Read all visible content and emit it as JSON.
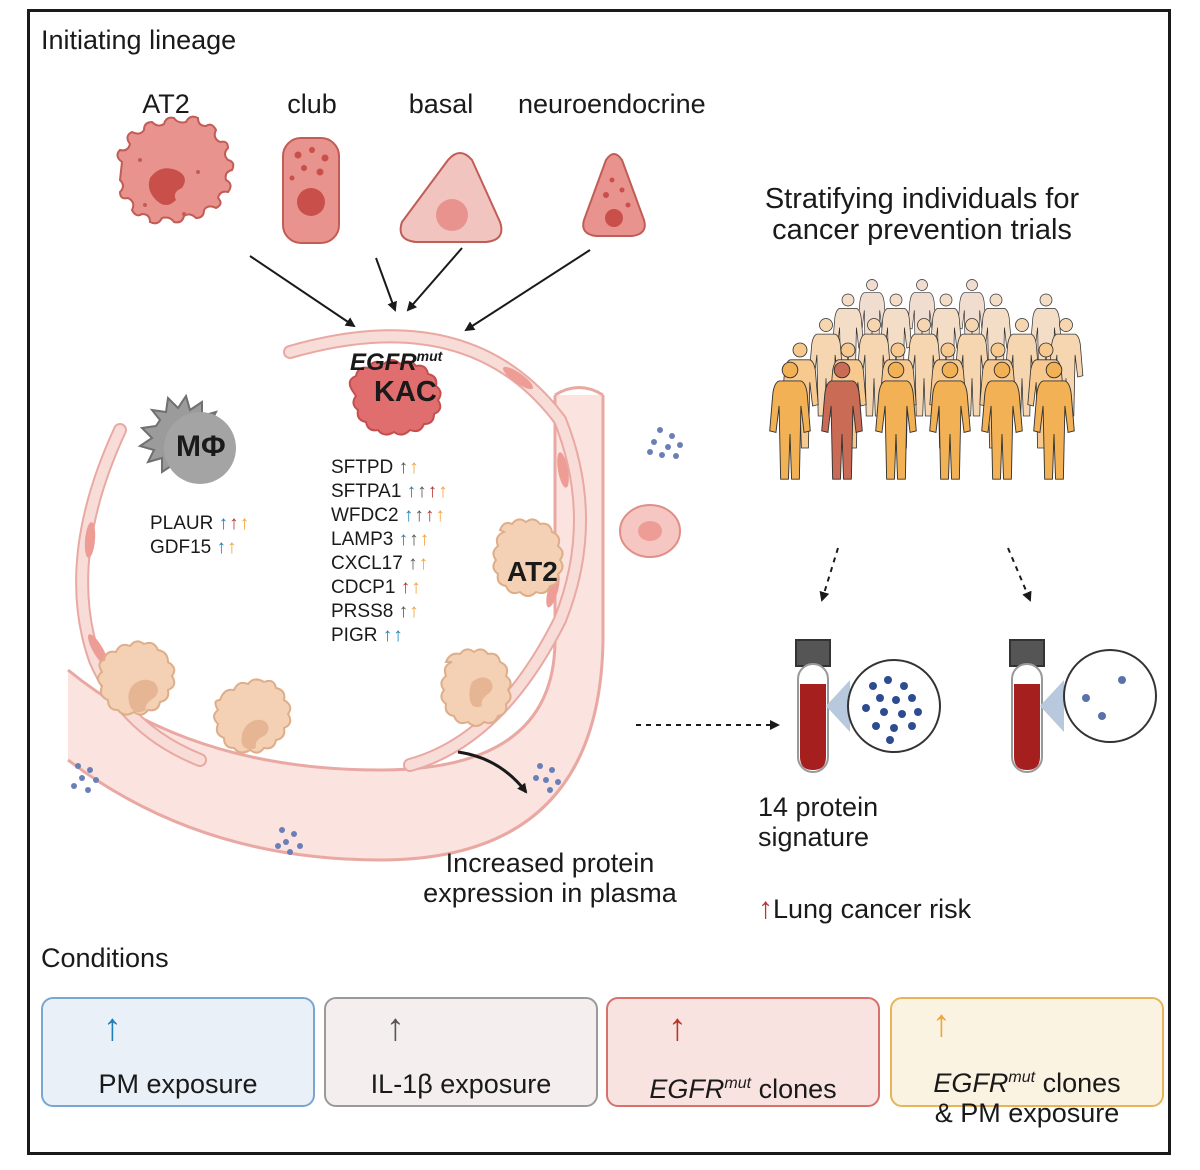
{
  "sections": {
    "initiating_lineage": "Initiating lineage",
    "conditions": "Conditions"
  },
  "cell_types": [
    "AT2",
    "club",
    "basal",
    "neuroendocrine"
  ],
  "stratify_text": [
    "Stratifying individuals for",
    "cancer prevention trials"
  ],
  "kac": {
    "gene": "EGFR",
    "superscript": "mut",
    "label": "KAC"
  },
  "macrophage": {
    "label": "MΦ"
  },
  "at2_inner": "AT2",
  "macrophage_genes": [
    {
      "name": "PLAUR",
      "arrows": [
        "#1f7fb6",
        "#b7372f",
        "#f0a43a"
      ]
    },
    {
      "name": "GDF15",
      "arrows": [
        "#1f7fb6",
        "#f0a43a"
      ]
    }
  ],
  "kac_genes": [
    {
      "name": "SFTPD",
      "arrows": [
        "#555555",
        "#f0a43a"
      ]
    },
    {
      "name": "SFTPA1",
      "arrows": [
        "#1f7fb6",
        "#555555",
        "#b7372f",
        "#f0a43a"
      ]
    },
    {
      "name": "WFDC2",
      "arrows": [
        "#1f7fb6",
        "#555555",
        "#b7372f",
        "#f0a43a"
      ]
    },
    {
      "name": "LAMP3",
      "arrows": [
        "#1f7fb6",
        "#555555",
        "#f0a43a"
      ]
    },
    {
      "name": "CXCL17",
      "arrows": [
        "#555555",
        "#f0a43a"
      ]
    },
    {
      "name": "CDCP1",
      "arrows": [
        "#b7372f",
        "#f0a43a"
      ]
    },
    {
      "name": "PRSS8",
      "arrows": [
        "#555555",
        "#f0a43a"
      ]
    },
    {
      "name": "PIGR",
      "arrows": [
        "#1f7fb6",
        "#1f7fb6"
      ]
    }
  ],
  "plasma_text": [
    "Increased protein",
    "expression in plasma"
  ],
  "signature_text": [
    "14 protein",
    "signature"
  ],
  "risk": {
    "arrow_color": "#b7372f",
    "text": "Lung cancer risk"
  },
  "conditions": [
    {
      "label_lines": [
        "PM exposure"
      ],
      "arrow_color": "#1f7fb6",
      "bg": "#e9f0f8",
      "border": "#7aa6cf",
      "icon": "factory-icon"
    },
    {
      "label_lines": [
        "IL-1β exposure"
      ],
      "arrow_color": "#555555",
      "bg": "#f4efee",
      "border": "#9a9a9a",
      "icon": "macrophage-icon"
    },
    {
      "gene": "EGFR",
      "superscript": "mut",
      "suffix": " clones",
      "arrow_color": "#b7372f",
      "bg": "#f8e3e1",
      "border": "#d9706a",
      "icon": "kac-cell-icon"
    },
    {
      "gene": "EGFR",
      "superscript": "mut",
      "suffix": " clones",
      "line2": "& PM exposure",
      "arrow_color": "#f0a43a",
      "bg": "#fbf3e1",
      "border": "#e7b45a",
      "icon": "factory-and-cell-icon"
    }
  ],
  "colors": {
    "blue": "#1f7fb6",
    "grey": "#555555",
    "red": "#b7372f",
    "orange": "#f0a43a",
    "cell_pink": "#e38b85",
    "vessel": "#f8dcd8",
    "at2_peach": "#f4d1b4"
  }
}
